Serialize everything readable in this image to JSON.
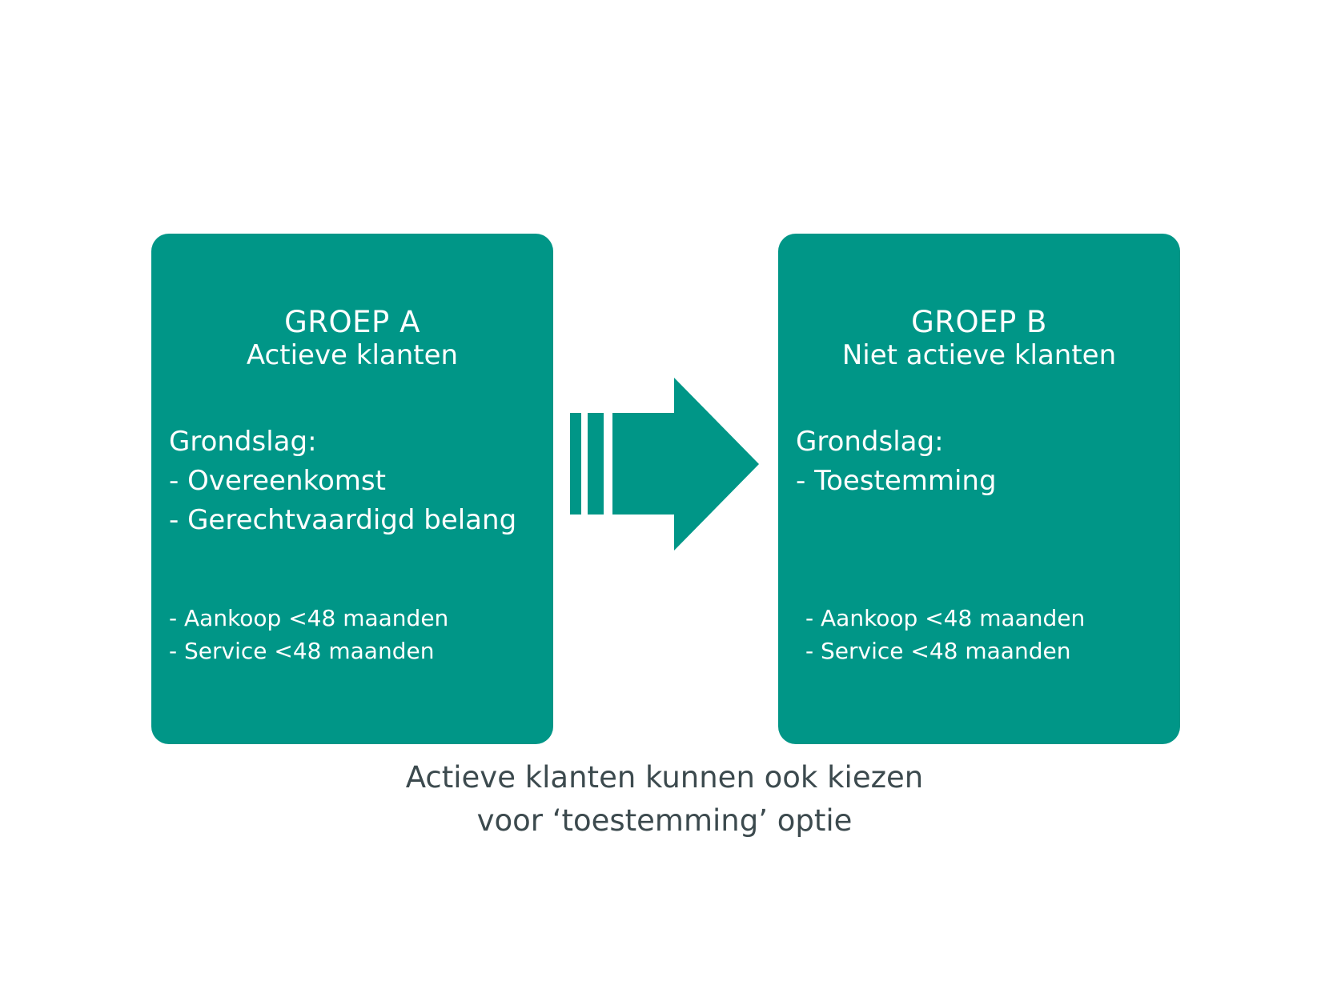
{
  "colors": {
    "box": "#009687",
    "box_text": "#ffffff",
    "caption_text": "#3c4a4e"
  },
  "group_a": {
    "title": "GROEP A",
    "subtitle": "Actieve klanten",
    "basis_label": "Grondslag:",
    "basis_items": [
      "- Overeenkomst",
      "- Gerechtvaardigd belang"
    ],
    "criteria": [
      "- Aankoop <48 maanden",
      "- Service <48 maanden"
    ]
  },
  "group_b": {
    "title": "GROEP B",
    "subtitle": "Niet actieve klanten",
    "basis_label": "Grondslag:",
    "basis_items": [
      "- Toestemming"
    ],
    "criteria": [
      "- Aankoop <48 maanden",
      "- Service <48 maanden"
    ]
  },
  "caption": {
    "line1": "Actieve klanten kunnen ook kiezen",
    "line2": "voor ‘toestemming’ optie"
  },
  "connector": {
    "icon": "arrow-right-icon"
  }
}
